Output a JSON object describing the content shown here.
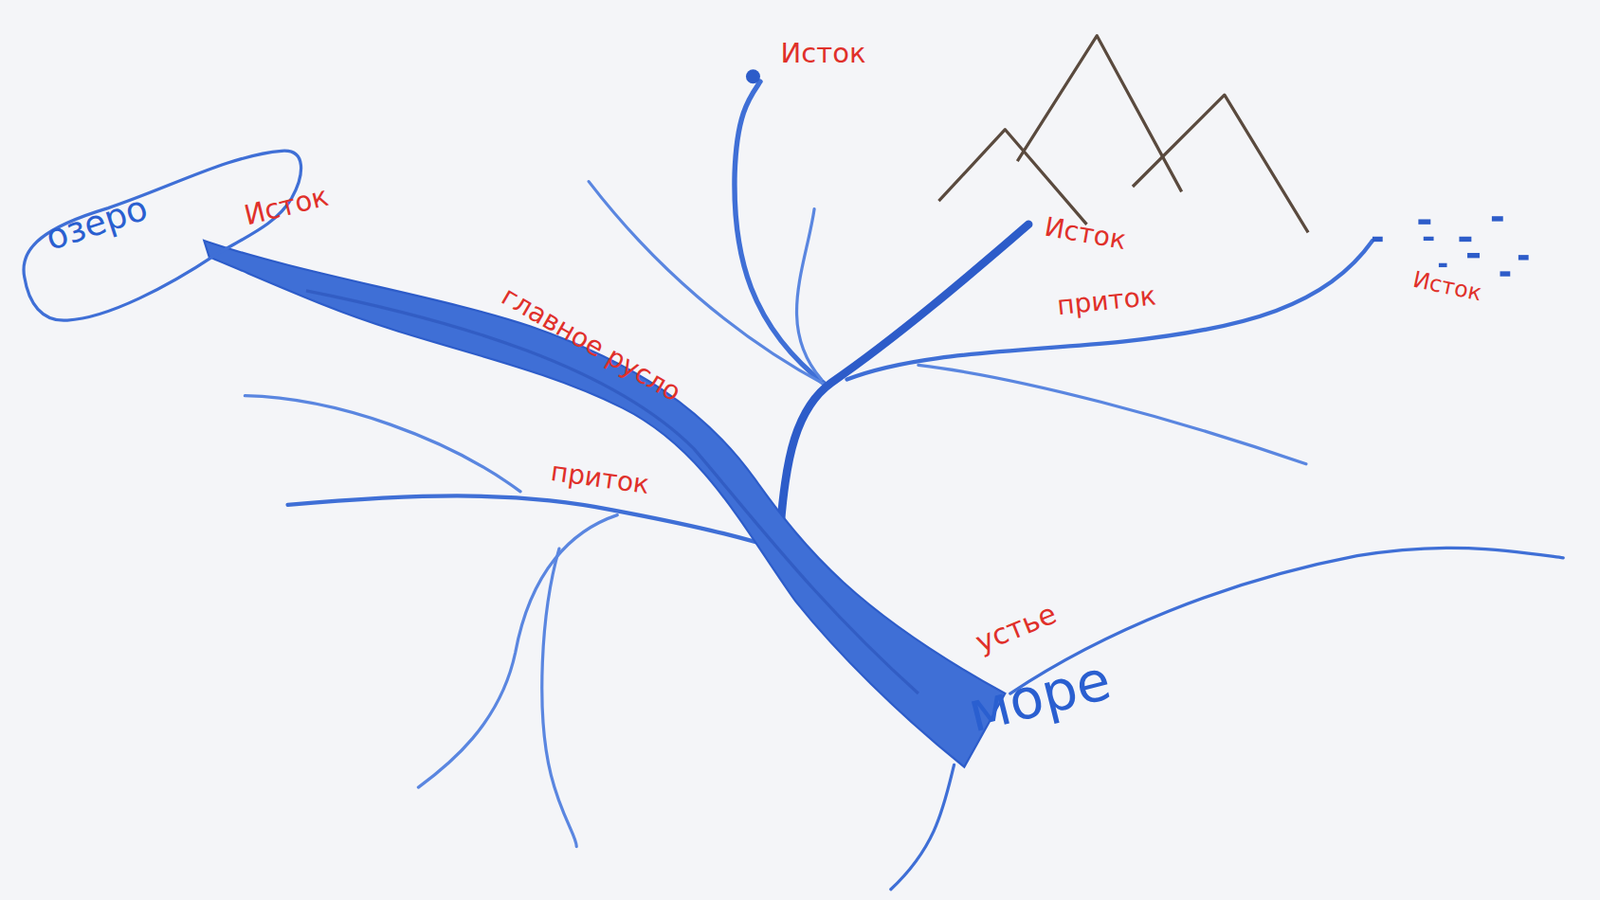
{
  "diagram": {
    "nodes": [
      {
        "text": [
          "озеро"
        ]
      }
    ],
    "labels": [
      "Исток",
      "Исток",
      "Исток",
      "Исток",
      "главное русло",
      "приток",
      "приток",
      "устье",
      "море"
    ]
  }
}
